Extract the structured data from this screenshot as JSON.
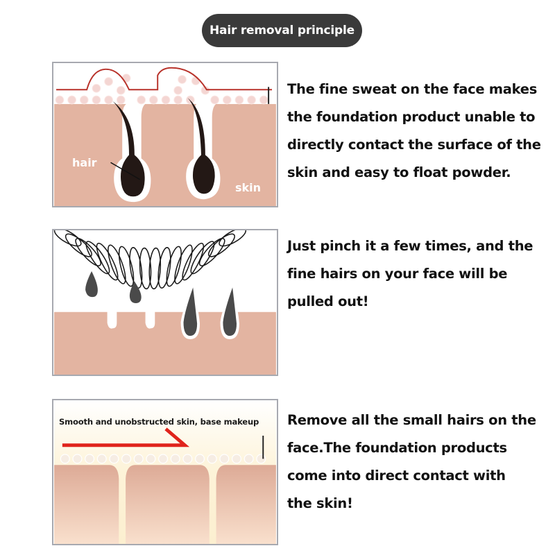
{
  "header": {
    "title": "Hair removal principle"
  },
  "panels": [
    {
      "id": "before",
      "labels": {
        "hair": "hair",
        "skin": "skin"
      },
      "description_lines": [
        "The fine sweat on the face makes",
        "the foundation product unable to",
        "directly contact the surface of the",
        "skin and easy to float powder."
      ]
    },
    {
      "id": "during",
      "description_lines": [
        "Just pinch it a few times, and the",
        "fine hairs on your face will be",
        "pulled out!"
      ]
    },
    {
      "id": "after",
      "caption": "Smooth and unobstructed skin, base makeup",
      "description_lines": [
        "Remove all the small hairs on the",
        "face.The foundation products",
        "come into direct contact with",
        "the skin!"
      ]
    }
  ],
  "colors": {
    "skin": "#e3b4a1",
    "hair": "#231815",
    "outline_red": "#b8322a",
    "arrow_red": "#e0231b",
    "pill_bg": "#3a3a3a",
    "panel_border": "#a7a9b0",
    "cream": "#fdf3d8"
  }
}
